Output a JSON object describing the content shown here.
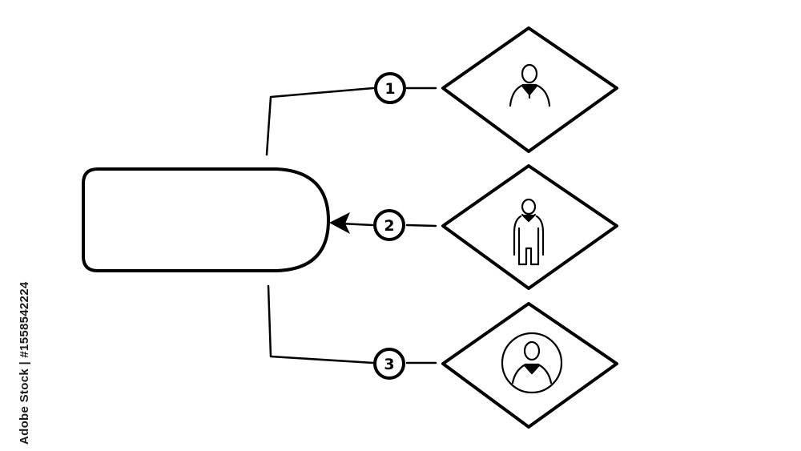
{
  "diagram": {
    "badges": [
      "1",
      "2",
      "3"
    ],
    "nodes": [
      {
        "icon": "person-bust-icon"
      },
      {
        "icon": "person-standing-icon"
      },
      {
        "icon": "person-circle-icon"
      }
    ]
  },
  "watermark": {
    "id_text": "Adobe Stock | #1558542224"
  },
  "colors": {
    "stroke": "#000000",
    "background": "#ffffff"
  }
}
